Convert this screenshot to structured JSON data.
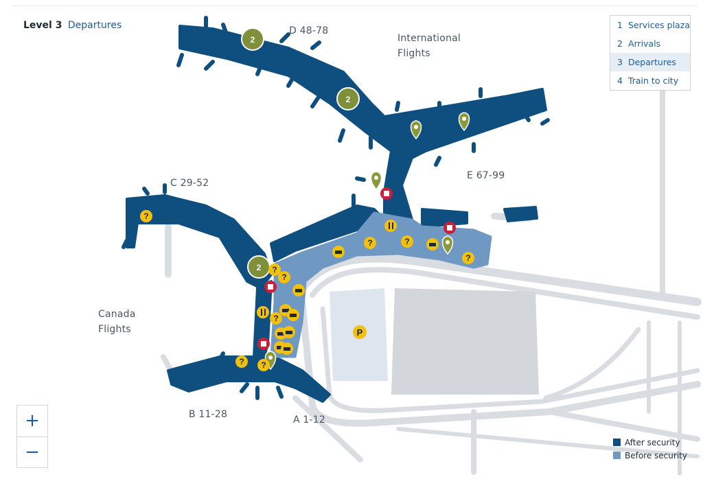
{
  "header": {
    "level_number": "Level 3",
    "level_name": "Departures"
  },
  "levels": [
    {
      "number": "1",
      "label": "Services plaza",
      "active": false
    },
    {
      "number": "2",
      "label": "Arrivals",
      "active": false
    },
    {
      "number": "3",
      "label": "Departures",
      "active": true
    },
    {
      "number": "4",
      "label": "Train to city",
      "active": false
    }
  ],
  "areas": {
    "d": "D 48-78",
    "international_1": "International",
    "international_2": "Flights",
    "e": "E 67-99",
    "c": "C 29-52",
    "canada_1": "Canada",
    "canada_2": "Flights",
    "b": "B 11-28",
    "a": "A 1-12"
  },
  "markers": {
    "level_badge": "2",
    "info": "?",
    "parking": "P"
  },
  "zoom": {
    "in": "+",
    "out": "−"
  },
  "legend": [
    {
      "label": "After security",
      "color": "#0f4f80"
    },
    {
      "label": "Before security",
      "color": "#6f98c2"
    }
  ],
  "colors": {
    "after_security": "#0f4f80",
    "before_security": "#6f98c2",
    "roads": "#d9dde2",
    "parking_area": "#dde6ee",
    "info_marker": "#f2c00f",
    "amenity_marker": "#c8203b",
    "pin_marker": "#8a9a3a",
    "level_badge": "#7f8f3a"
  },
  "icons": [
    "info-icon",
    "restroom-icon",
    "restaurant-icon",
    "amenity-icon",
    "location-pin-icon",
    "parking-icon",
    "level-change-icon"
  ]
}
